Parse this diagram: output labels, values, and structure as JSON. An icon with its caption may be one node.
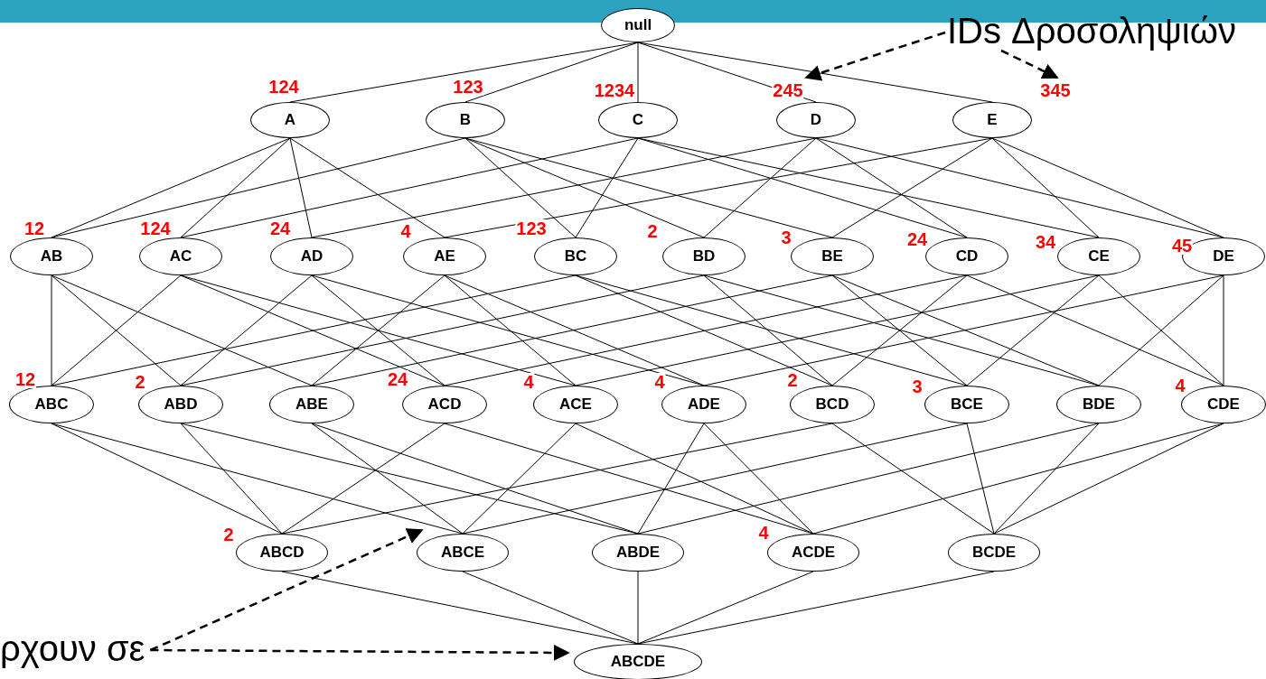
{
  "diagram": {
    "nodes": [
      {
        "text": [
          "null"
        ]
      },
      {
        "text": [
          "A"
        ],
        "beside": [
          "124"
        ]
      },
      {
        "text": [
          "B"
        ],
        "beside": [
          "123"
        ]
      },
      {
        "text": [
          "C"
        ],
        "beside": [
          "1234"
        ]
      },
      {
        "text": [
          "D"
        ],
        "beside": [
          "245"
        ]
      },
      {
        "text": [
          "E"
        ],
        "beside": [
          "345"
        ]
      },
      {
        "text": [
          "AB"
        ],
        "beside": [
          "12"
        ]
      },
      {
        "text": [
          "AC"
        ],
        "beside": [
          "124"
        ]
      },
      {
        "text": [
          "AD"
        ],
        "beside": [
          "24"
        ]
      },
      {
        "text": [
          "AE"
        ],
        "beside": [
          "4"
        ]
      },
      {
        "text": [
          "BC"
        ],
        "beside": [
          "123"
        ]
      },
      {
        "text": [
          "BD"
        ],
        "beside": [
          "2"
        ]
      },
      {
        "text": [
          "BE"
        ],
        "beside": [
          "3"
        ]
      },
      {
        "text": [
          "CD"
        ],
        "beside": [
          "24"
        ]
      },
      {
        "text": [
          "CE"
        ],
        "beside": [
          "34"
        ]
      },
      {
        "text": [
          "DE"
        ],
        "beside": [
          "45"
        ]
      },
      {
        "text": [
          "ABC"
        ],
        "beside": [
          "12"
        ]
      },
      {
        "text": [
          "ABD"
        ],
        "beside": [
          "2"
        ]
      },
      {
        "text": [
          "ABE"
        ]
      },
      {
        "text": [
          "ACD"
        ],
        "beside": [
          "24"
        ]
      },
      {
        "text": [
          "ACE"
        ],
        "beside": [
          "4"
        ]
      },
      {
        "text": [
          "ADE"
        ],
        "beside": [
          "4"
        ]
      },
      {
        "text": [
          "BCD"
        ],
        "beside": [
          "2"
        ]
      },
      {
        "text": [
          "BCE"
        ],
        "beside": [
          "3"
        ]
      },
      {
        "text": [
          "BDE"
        ]
      },
      {
        "text": [
          "CDE"
        ],
        "beside": [
          "4"
        ]
      },
      {
        "text": [
          "ABCD"
        ],
        "beside": [
          "2"
        ]
      },
      {
        "text": [
          "ABCE"
        ]
      },
      {
        "text": [
          "ABDE"
        ]
      },
      {
        "text": [
          "ACDE"
        ],
        "beside": [
          "4"
        ]
      },
      {
        "text": [
          "BCDE"
        ]
      },
      {
        "text": [
          "ABCDE"
        ]
      },
      {
        "text": [
          "IDs Δροσοληψιών"
        ]
      },
      {
        "text": [
          "ρχουν σε"
        ]
      }
    ],
    "edges": [
      {
        "from": 0,
        "to": 1,
        "arrow": "none"
      },
      {
        "from": 0,
        "to": 2,
        "arrow": "none"
      },
      {
        "from": 0,
        "to": 3,
        "arrow": "none"
      },
      {
        "from": 0,
        "to": 4,
        "arrow": "none"
      },
      {
        "from": 0,
        "to": 5,
        "arrow": "none"
      },
      {
        "from": 1,
        "to": 6,
        "arrow": "none"
      },
      {
        "from": 1,
        "to": 7,
        "arrow": "none"
      },
      {
        "from": 1,
        "to": 8,
        "arrow": "none"
      },
      {
        "from": 1,
        "to": 9,
        "arrow": "none"
      },
      {
        "from": 2,
        "to": 6,
        "arrow": "none"
      },
      {
        "from": 2,
        "to": 10,
        "arrow": "none"
      },
      {
        "from": 2,
        "to": 11,
        "arrow": "none"
      },
      {
        "from": 2,
        "to": 12,
        "arrow": "none"
      },
      {
        "from": 3,
        "to": 7,
        "arrow": "none"
      },
      {
        "from": 3,
        "to": 10,
        "arrow": "none"
      },
      {
        "from": 3,
        "to": 13,
        "arrow": "none"
      },
      {
        "from": 3,
        "to": 14,
        "arrow": "none"
      },
      {
        "from": 4,
        "to": 8,
        "arrow": "none"
      },
      {
        "from": 4,
        "to": 11,
        "arrow": "none"
      },
      {
        "from": 4,
        "to": 13,
        "arrow": "none"
      },
      {
        "from": 4,
        "to": 15,
        "arrow": "none"
      },
      {
        "from": 5,
        "to": 9,
        "arrow": "none"
      },
      {
        "from": 5,
        "to": 12,
        "arrow": "none"
      },
      {
        "from": 5,
        "to": 14,
        "arrow": "none"
      },
      {
        "from": 5,
        "to": 15,
        "arrow": "none"
      },
      {
        "from": 6,
        "to": 16,
        "arrow": "none"
      },
      {
        "from": 6,
        "to": 17,
        "arrow": "none"
      },
      {
        "from": 6,
        "to": 18,
        "arrow": "none"
      },
      {
        "from": 7,
        "to": 16,
        "arrow": "none"
      },
      {
        "from": 7,
        "to": 19,
        "arrow": "none"
      },
      {
        "from": 7,
        "to": 20,
        "arrow": "none"
      },
      {
        "from": 8,
        "to": 17,
        "arrow": "none"
      },
      {
        "from": 8,
        "to": 19,
        "arrow": "none"
      },
      {
        "from": 8,
        "to": 21,
        "arrow": "none"
      },
      {
        "from": 9,
        "to": 18,
        "arrow": "none"
      },
      {
        "from": 9,
        "to": 20,
        "arrow": "none"
      },
      {
        "from": 9,
        "to": 21,
        "arrow": "none"
      },
      {
        "from": 10,
        "to": 16,
        "arrow": "none"
      },
      {
        "from": 10,
        "to": 22,
        "arrow": "none"
      },
      {
        "from": 10,
        "to": 23,
        "arrow": "none"
      },
      {
        "from": 11,
        "to": 17,
        "arrow": "none"
      },
      {
        "from": 11,
        "to": 22,
        "arrow": "none"
      },
      {
        "from": 11,
        "to": 24,
        "arrow": "none"
      },
      {
        "from": 12,
        "to": 18,
        "arrow": "none"
      },
      {
        "from": 12,
        "to": 23,
        "arrow": "none"
      },
      {
        "from": 12,
        "to": 24,
        "arrow": "none"
      },
      {
        "from": 13,
        "to": 19,
        "arrow": "none"
      },
      {
        "from": 13,
        "to": 22,
        "arrow": "none"
      },
      {
        "from": 13,
        "to": 25,
        "arrow": "none"
      },
      {
        "from": 14,
        "to": 20,
        "arrow": "none"
      },
      {
        "from": 14,
        "to": 23,
        "arrow": "none"
      },
      {
        "from": 14,
        "to": 25,
        "arrow": "none"
      },
      {
        "from": 15,
        "to": 21,
        "arrow": "none"
      },
      {
        "from": 15,
        "to": 24,
        "arrow": "none"
      },
      {
        "from": 15,
        "to": 25,
        "arrow": "none"
      },
      {
        "from": 16,
        "to": 26,
        "arrow": "none"
      },
      {
        "from": 16,
        "to": 27,
        "arrow": "none"
      },
      {
        "from": 17,
        "to": 26,
        "arrow": "none"
      },
      {
        "from": 17,
        "to": 28,
        "arrow": "none"
      },
      {
        "from": 18,
        "to": 27,
        "arrow": "none"
      },
      {
        "from": 18,
        "to": 28,
        "arrow": "none"
      },
      {
        "from": 19,
        "to": 26,
        "arrow": "none"
      },
      {
        "from": 19,
        "to": 29,
        "arrow": "none"
      },
      {
        "from": 20,
        "to": 27,
        "arrow": "none"
      },
      {
        "from": 20,
        "to": 29,
        "arrow": "none"
      },
      {
        "from": 21,
        "to": 28,
        "arrow": "none"
      },
      {
        "from": 21,
        "to": 29,
        "arrow": "none"
      },
      {
        "from": 22,
        "to": 26,
        "arrow": "none"
      },
      {
        "from": 22,
        "to": 30,
        "arrow": "none"
      },
      {
        "from": 23,
        "to": 27,
        "arrow": "none"
      },
      {
        "from": 23,
        "to": 30,
        "arrow": "none"
      },
      {
        "from": 24,
        "to": 28,
        "arrow": "none"
      },
      {
        "from": 24,
        "to": 30,
        "arrow": "none"
      },
      {
        "from": 25,
        "to": 29,
        "arrow": "none"
      },
      {
        "from": 25,
        "to": 30,
        "arrow": "none"
      },
      {
        "from": 26,
        "to": 31,
        "arrow": "none"
      },
      {
        "from": 27,
        "to": 31,
        "arrow": "none"
      },
      {
        "from": 28,
        "to": 31,
        "arrow": "none"
      },
      {
        "from": 29,
        "to": 31,
        "arrow": "none"
      },
      {
        "from": 30,
        "to": 31,
        "arrow": "none"
      },
      {
        "from": 32,
        "to": 4,
        "arrow": "to",
        "style": "dashed"
      },
      {
        "from": 32,
        "to": 5,
        "arrow": "to",
        "style": "dashed"
      },
      {
        "from": 33,
        "to": 27,
        "arrow": "to",
        "style": "dashed"
      },
      {
        "from": 33,
        "to": 31,
        "arrow": "to",
        "style": "dashed"
      }
    ]
  }
}
